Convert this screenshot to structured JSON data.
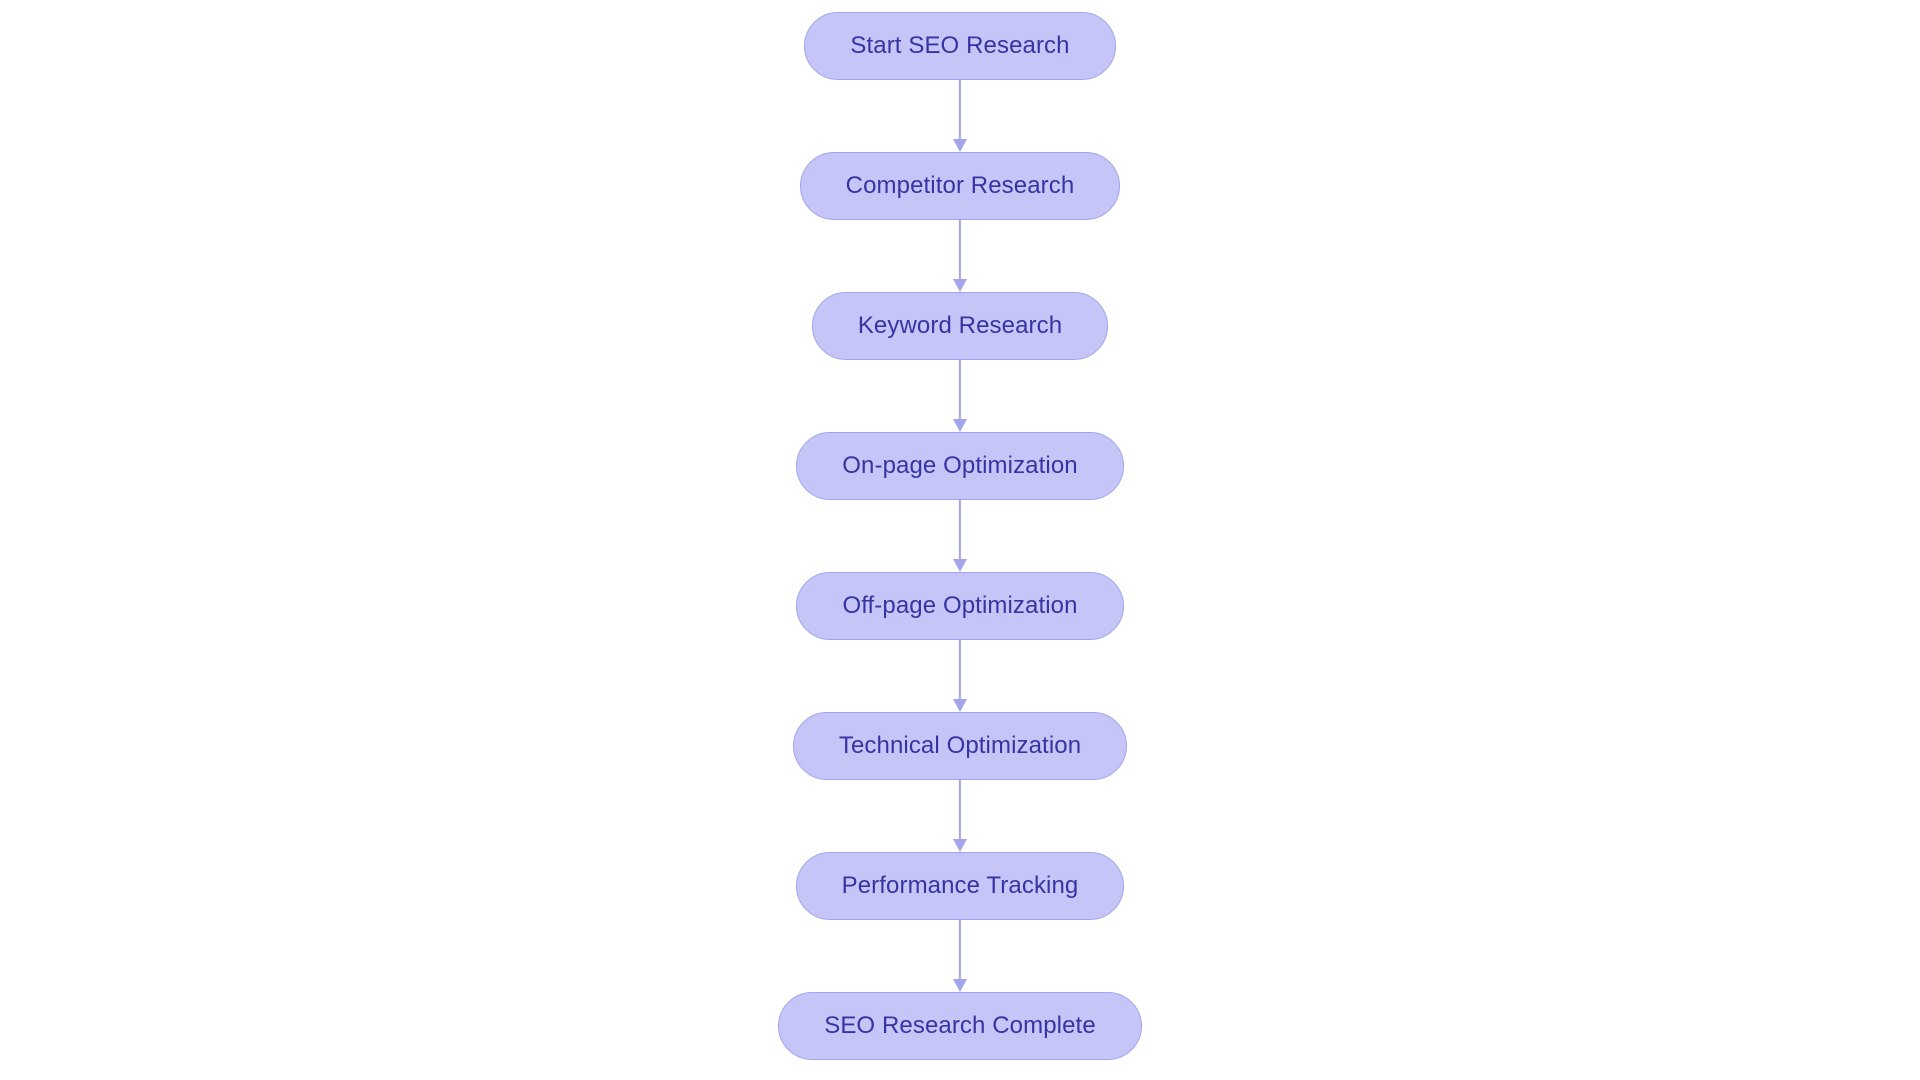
{
  "diagram": {
    "type": "flowchart",
    "orientation": "top-to-bottom",
    "title": "",
    "colors": {
      "node_fill": "#c5c6f7",
      "node_border": "#a3a4ec",
      "node_text": "#3634a3",
      "connector": "#a3a4ec",
      "background": "#ffffff"
    },
    "nodes": [
      {
        "id": "start-seo-research",
        "label": "Start SEO Research",
        "shape": "stadium"
      },
      {
        "id": "competitor-research",
        "label": "Competitor Research",
        "shape": "stadium"
      },
      {
        "id": "keyword-research",
        "label": "Keyword Research",
        "shape": "stadium"
      },
      {
        "id": "on-page-optimization",
        "label": "On-page Optimization",
        "shape": "stadium"
      },
      {
        "id": "off-page-optimization",
        "label": "Off-page Optimization",
        "shape": "stadium"
      },
      {
        "id": "technical-optimization",
        "label": "Technical Optimization",
        "shape": "stadium"
      },
      {
        "id": "performance-tracking",
        "label": "Performance Tracking",
        "shape": "stadium"
      },
      {
        "id": "seo-research-complete",
        "label": "SEO Research Complete",
        "shape": "stadium"
      }
    ],
    "edges": [
      {
        "from": "start-seo-research",
        "to": "competitor-research",
        "label": "",
        "arrow": "down"
      },
      {
        "from": "competitor-research",
        "to": "keyword-research",
        "label": "",
        "arrow": "down"
      },
      {
        "from": "keyword-research",
        "to": "on-page-optimization",
        "label": "",
        "arrow": "down"
      },
      {
        "from": "on-page-optimization",
        "to": "off-page-optimization",
        "label": "",
        "arrow": "down"
      },
      {
        "from": "off-page-optimization",
        "to": "technical-optimization",
        "label": "",
        "arrow": "down"
      },
      {
        "from": "technical-optimization",
        "to": "performance-tracking",
        "label": "",
        "arrow": "down"
      },
      {
        "from": "performance-tracking",
        "to": "seo-research-complete",
        "label": "",
        "arrow": "down"
      }
    ]
  }
}
